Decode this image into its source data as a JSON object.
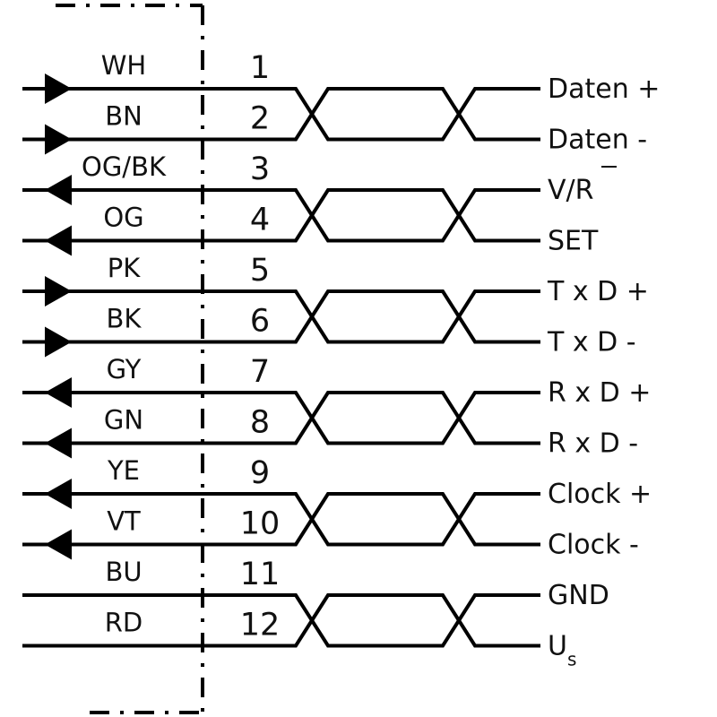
{
  "pairs": [
    {
      "wires": [
        {
          "pin": "1",
          "color": "WH",
          "direction": "in"
        },
        {
          "pin": "2",
          "color": "BN",
          "direction": "in"
        }
      ],
      "signals": [
        "Daten +",
        "Daten -"
      ]
    },
    {
      "wires": [
        {
          "pin": "3",
          "color": "OG/BK",
          "direction": "out"
        },
        {
          "pin": "4",
          "color": "OG",
          "direction": "out"
        }
      ],
      "signals": [
        "V/R",
        "SET"
      ]
    },
    {
      "wires": [
        {
          "pin": "5",
          "color": "PK",
          "direction": "in"
        },
        {
          "pin": "6",
          "color": "BK",
          "direction": "in"
        }
      ],
      "signals": [
        "T x D +",
        "T x D -"
      ]
    },
    {
      "wires": [
        {
          "pin": "7",
          "color": "GY",
          "direction": "out"
        },
        {
          "pin": "8",
          "color": "GN",
          "direction": "out"
        }
      ],
      "signals": [
        "R x D +",
        "R x D -"
      ]
    },
    {
      "wires": [
        {
          "pin": "9",
          "color": "YE",
          "direction": "out"
        },
        {
          "pin": "10",
          "color": "VT",
          "direction": "out"
        }
      ],
      "signals": [
        "Clock +",
        "Clock -"
      ]
    },
    {
      "wires": [
        {
          "pin": "11",
          "color": "BU",
          "direction": "none"
        },
        {
          "pin": "12",
          "color": "RD",
          "direction": "none"
        }
      ],
      "signals": [
        "GND",
        "U"
      ],
      "signal_subscripts": [
        "",
        "s"
      ]
    }
  ]
}
